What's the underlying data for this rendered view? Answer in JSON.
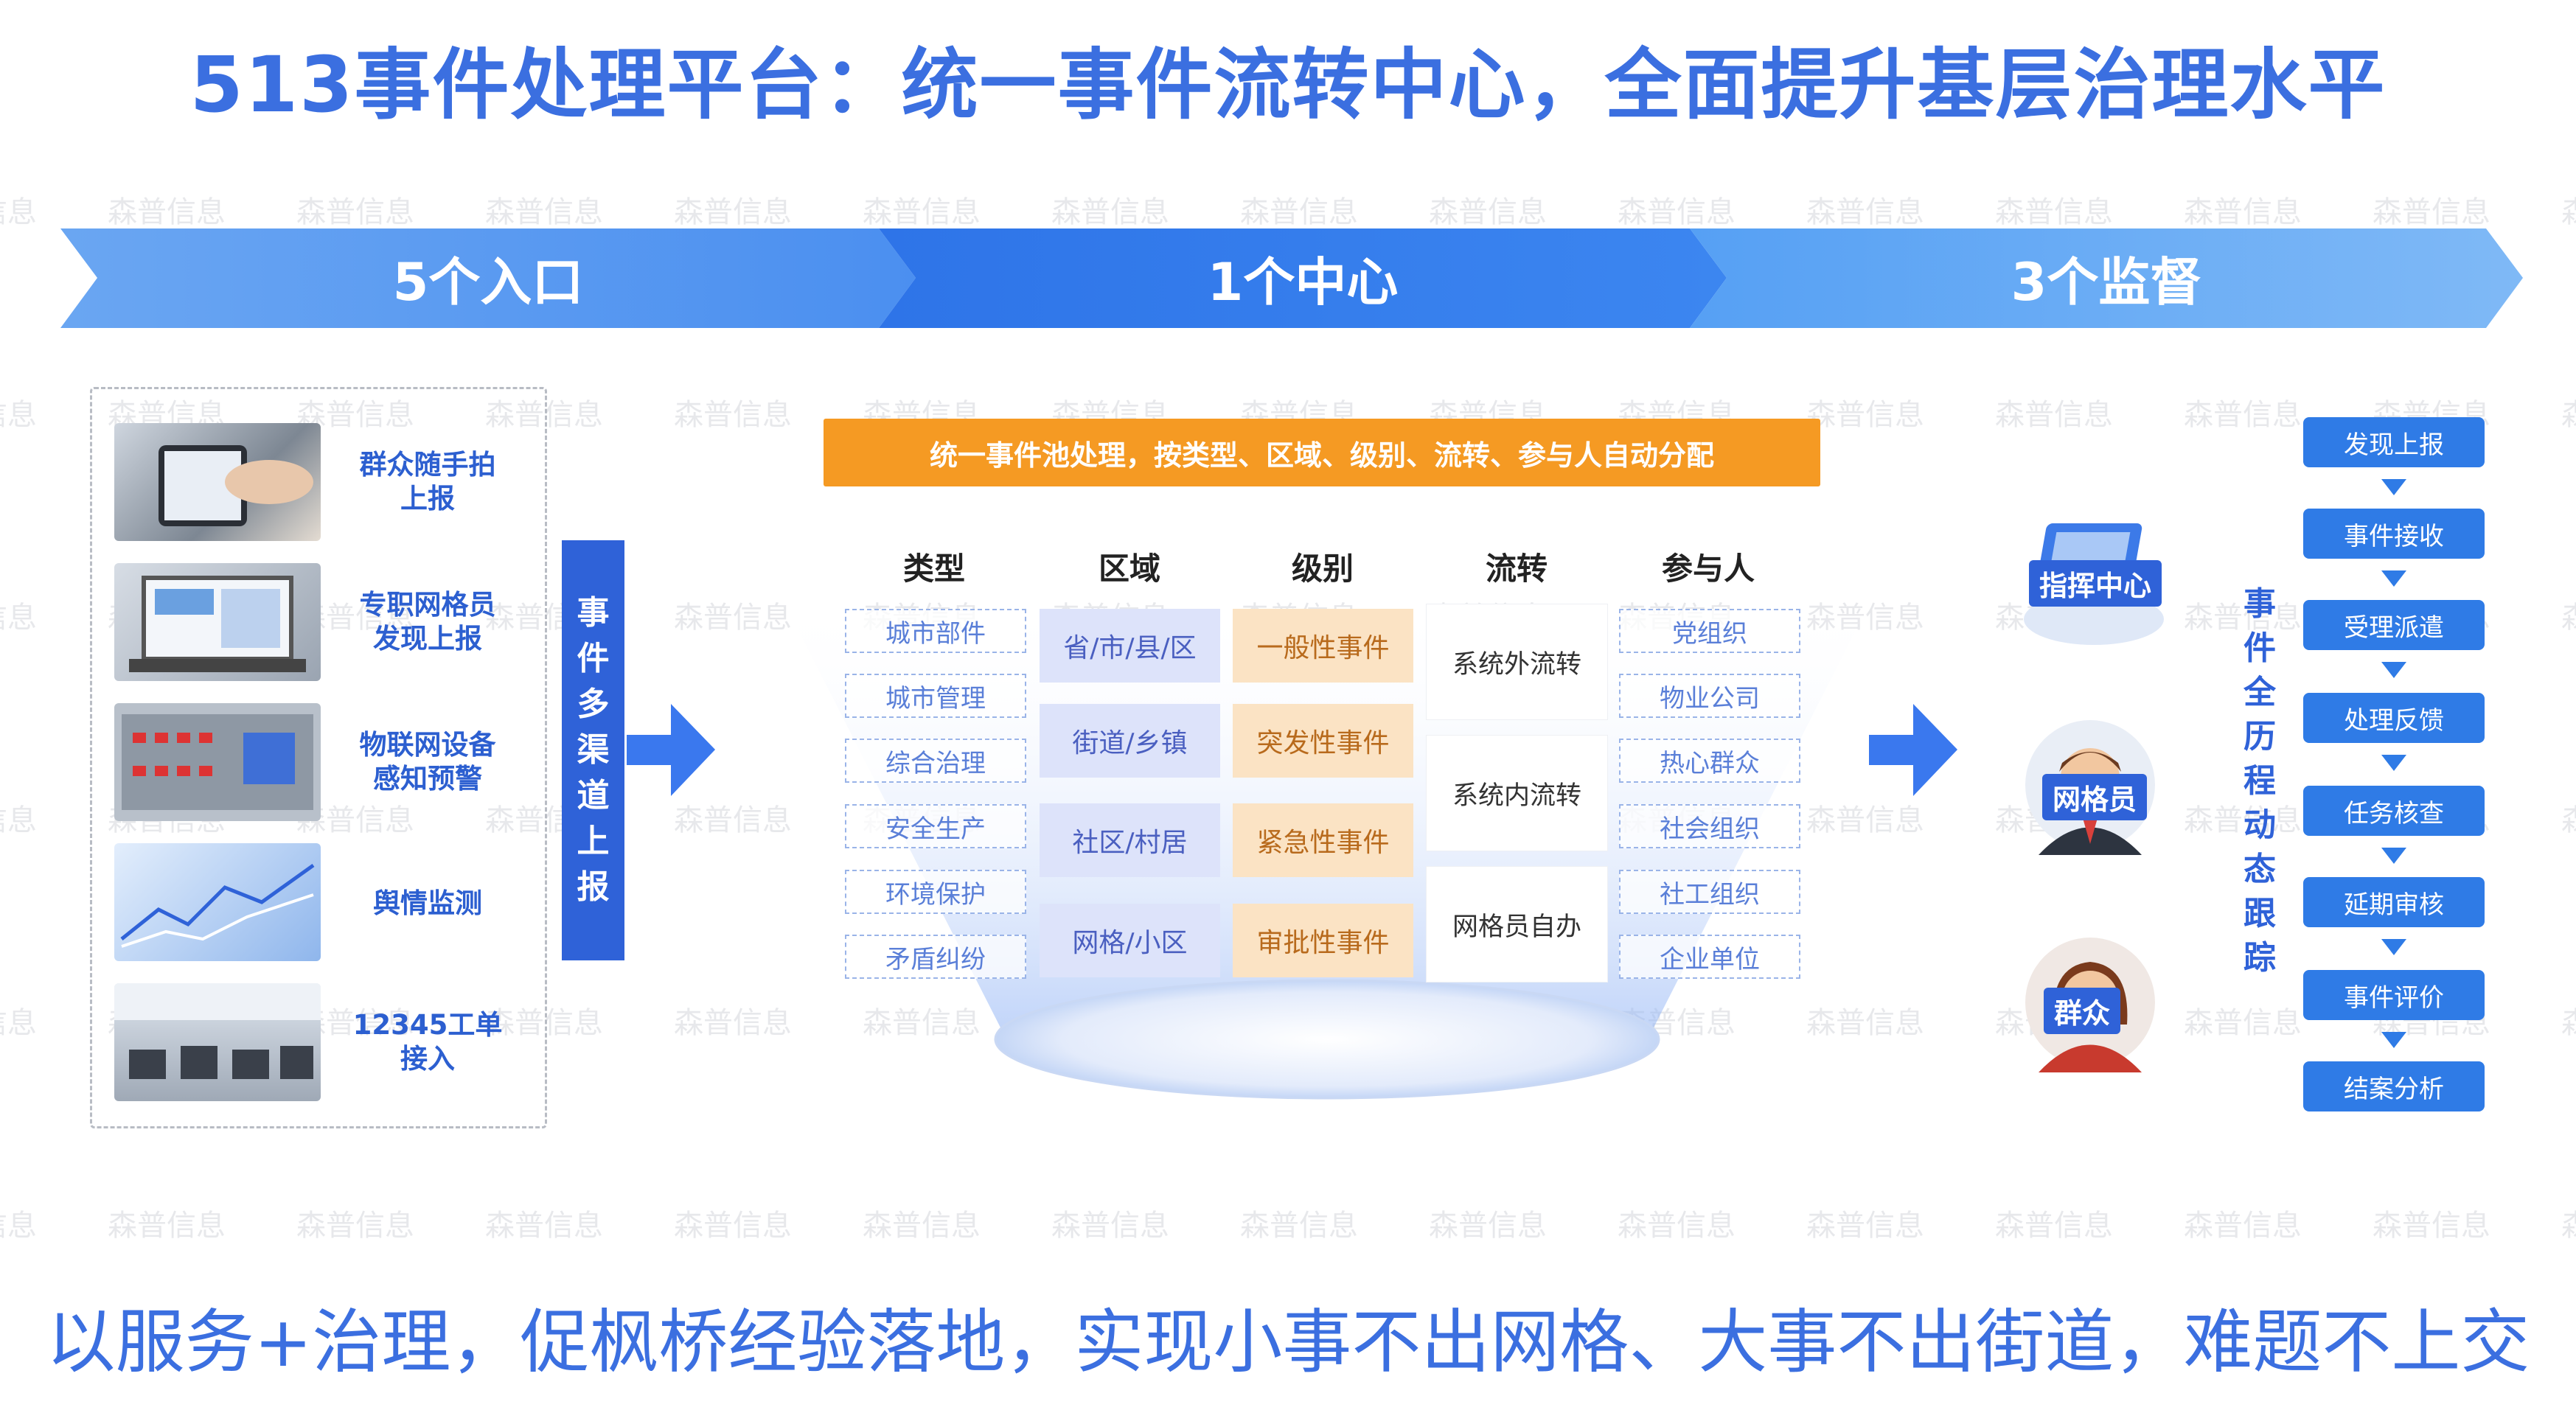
{
  "title": "513事件处理平台：统一事件流转中心，全面提升基层治理水平",
  "banner": {
    "left": "5个入口",
    "center": "1个中心",
    "right": "3个监督"
  },
  "watermark": "森普信息",
  "entries": [
    {
      "label": "群众随手拍\n上报"
    },
    {
      "label": "专职网格员\n发现上报"
    },
    {
      "label": "物联网设备\n感知预警"
    },
    {
      "label": "舆情监测"
    },
    {
      "label": "12345工单\n接入"
    }
  ],
  "channel_label": "事件多渠道上报",
  "center": {
    "header": "统一事件池处理，按类型、区域、级别、流转、参与人自动分配",
    "columns": [
      "类型",
      "区域",
      "级别",
      "流转",
      "参与人"
    ],
    "types": [
      "城市部件",
      "城市管理",
      "综合治理",
      "安全生产",
      "环境保护",
      "矛盾纠纷"
    ],
    "regions": [
      "省/市/县/区",
      "街道/乡镇",
      "社区/村居",
      "网格/小区"
    ],
    "levels": [
      "一般性事件",
      "突发性事件",
      "紧急性事件",
      "审批性事件"
    ],
    "flows": [
      "系统外流转",
      "系统内流转",
      "网格员自办"
    ],
    "participants": [
      "党组织",
      "物业公司",
      "热心群众",
      "社会组织",
      "社工组织",
      "企业单位"
    ]
  },
  "supervisors": [
    "指挥中心",
    "网格员",
    "群众"
  ],
  "history_label": "事件全历程动态跟踪",
  "steps": [
    "发现上报",
    "事件接收",
    "受理派遣",
    "处理反馈",
    "任务核查",
    "延期审核",
    "事件评价",
    "结案分析"
  ],
  "bottom_text": "以服务+治理，促枫桥经验落地，实现小事不出网格、大事不出街道，难题不上交",
  "colors": {
    "accent": "#3b6fe0",
    "orange": "#f59a23",
    "step_blue": "#2f7be6"
  }
}
